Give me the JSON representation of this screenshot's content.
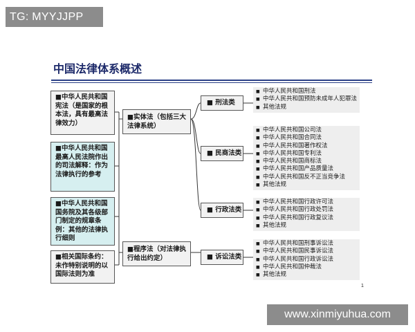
{
  "watermark_top": "TG: MYYJJPP",
  "watermark_bottom": "www.xinmiyuhua.com",
  "title": "中国法律体系概述",
  "page_number": "1",
  "left_sources": [
    "中华人民共和国宪法（是国家的根本法，具有最高法律效力）",
    "中华人民共和国最高人民法院作出的司法解释：作为法律执行的参考",
    "中华人民共和国国务院及其各级部门制定的规章条例：其他的法律执行细则",
    "相关国际条约：未作特别说明的以国际法则为准"
  ],
  "middle": [
    "实体法（包括三大法律系统）",
    "程序法（对法律执行给出约定）"
  ],
  "categories": [
    {
      "name": "刑法类",
      "laws": [
        "中华人民共和国刑法",
        "中华人民共和国预防未成年人犯罪法",
        "其他法规"
      ]
    },
    {
      "name": "民商法类",
      "laws": [
        "中华人民共和国公司法",
        "中华人民共和国合同法",
        "中华人民共和国著作权法",
        "中华人民共和国专利法",
        "中华人民共和国商标法",
        "中华人民共和国产品质量法",
        "中华人民共和国反不正当竞争法",
        "其他法规"
      ]
    },
    {
      "name": "行政法类",
      "laws": [
        "中华人民共和国行政许可法",
        "中华人民共和国行政处罚法",
        "中华人民共和国行政复议法",
        "其他法规"
      ]
    },
    {
      "name": "诉讼法类",
      "laws": [
        "中华人民共和国刑事诉讼法",
        "中华人民共和国民事诉讼法",
        "中华人民共和国行政诉讼法",
        "中华人民共和国仲裁法",
        "其他法规"
      ]
    }
  ],
  "colors": {
    "title": "#1d2a6a",
    "rule": "#2a3f86",
    "teal_box": "#d6eff0",
    "gray_box": "#f2f2f2"
  }
}
